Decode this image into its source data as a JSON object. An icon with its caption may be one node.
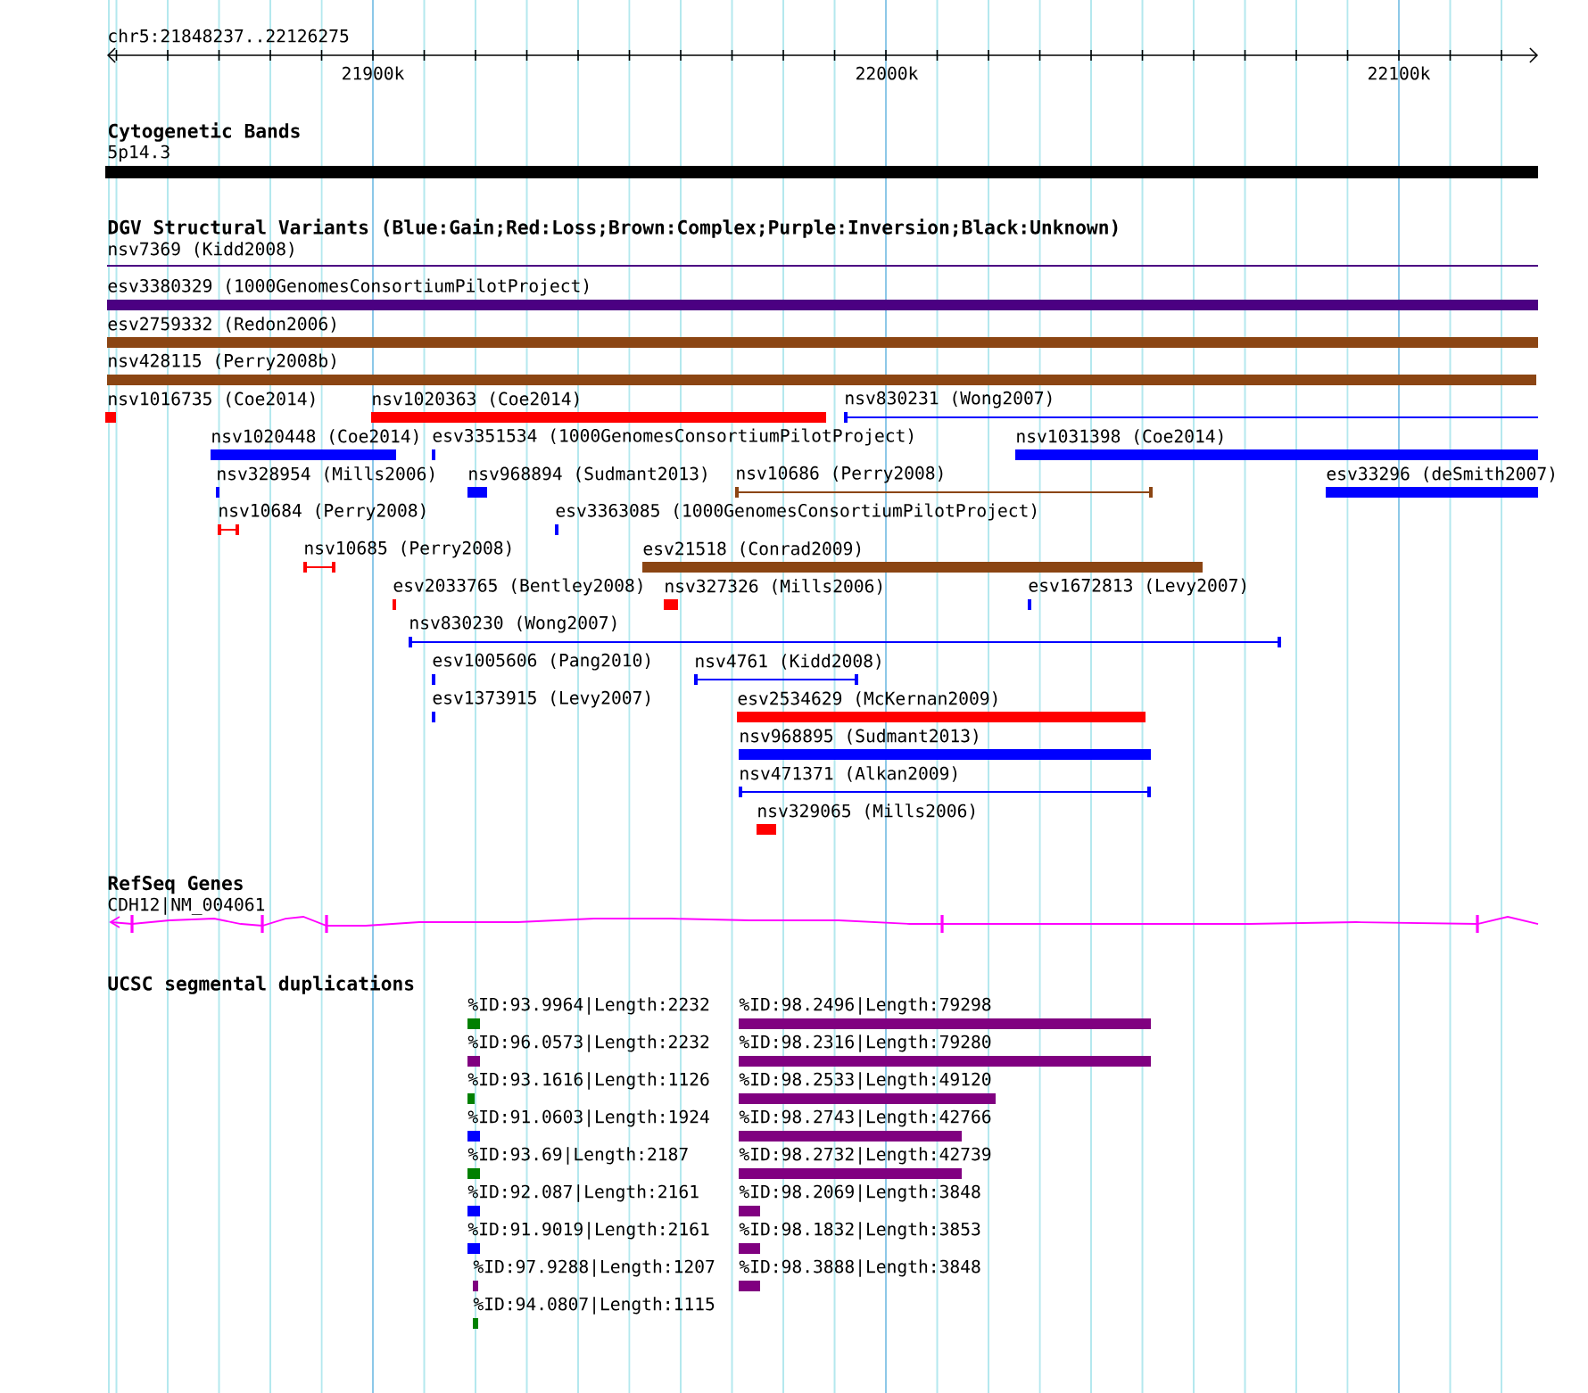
{
  "diagram": {
    "nodes": [
      {
        "text": [
          "5p14.3"
        ]
      },
      {
        "text": [
          "nsv7369 (Kidd2008)"
        ]
      },
      {
        "text": [
          "esv3380329 (1000GenomesConsortiumPilotProject)"
        ]
      },
      {
        "text": [
          "esv2759332 (Redon2006)"
        ]
      },
      {
        "text": [
          "nsv428115 (Perry2008b)"
        ]
      },
      {
        "text": [
          "nsv1016735 (Coe2014)"
        ]
      },
      {
        "text": [
          "nsv1020363 (Coe2014)"
        ]
      },
      {
        "text": [
          "nsv830231 (Wong2007)"
        ]
      },
      {
        "text": [
          "nsv1020448 (Coe2014)"
        ]
      },
      {
        "text": [
          "esv3351534 (1000GenomesConsortiumPilotProject)"
        ]
      },
      {
        "text": [
          "nsv1031398 (Coe2014)"
        ]
      },
      {
        "text": [
          "nsv328954 (Mills2006)"
        ]
      },
      {
        "text": [
          "nsv968894 (Sudmant2013)"
        ]
      },
      {
        "text": [
          "nsv10686 (Perry2008)"
        ]
      },
      {
        "text": [
          "esv33296 (deSmith2007)"
        ]
      },
      {
        "text": [
          "nsv10684 (Perry2008)"
        ]
      },
      {
        "text": [
          "esv3363085 (1000GenomesConsortiumPilotProject)"
        ]
      },
      {
        "text": [
          "nsv10685 (Perry2008)"
        ]
      },
      {
        "text": [
          "esv21518 (Conrad2009)"
        ]
      },
      {
        "text": [
          "esv2033765 (Bentley2008)"
        ]
      },
      {
        "text": [
          "nsv327326 (Mills2006)"
        ]
      },
      {
        "text": [
          "esv1672813 (Levy2007)"
        ]
      },
      {
        "text": [
          "nsv830230 (Wong2007)"
        ]
      },
      {
        "text": [
          "esv1005606 (Pang2010)"
        ]
      },
      {
        "text": [
          "nsv4761 (Kidd2008)"
        ]
      },
      {
        "text": [
          "esv1373915 (Levy2007)"
        ]
      },
      {
        "text": [
          "esv2534629 (McKernan2009)"
        ]
      },
      {
        "text": [
          "nsv968895 (Sudmant2013)"
        ]
      },
      {
        "text": [
          "nsv471371 (Alkan2009)"
        ]
      },
      {
        "text": [
          "nsv329065 (Mills2006)"
        ]
      },
      {
        "text": [
          "CDH12|NM_004061"
        ]
      },
      {
        "text": [
          "%ID:93.9964|Length:2232"
        ]
      },
      {
        "text": [
          "%ID:98.2496|Length:79298"
        ]
      },
      {
        "text": [
          "%ID:96.0573|Length:2232"
        ]
      },
      {
        "text": [
          "%ID:98.2316|Length:79280"
        ]
      },
      {
        "text": [
          "%ID:93.1616|Length:1126"
        ]
      },
      {
        "text": [
          "%ID:98.2533|Length:49120"
        ]
      },
      {
        "text": [
          "%ID:91.0603|Length:1924"
        ]
      },
      {
        "text": [
          "%ID:98.2743|Length:42766"
        ]
      },
      {
        "text": [
          "%ID:93.69|Length:2187"
        ]
      },
      {
        "text": [
          "%ID:98.2732|Length:42739"
        ]
      },
      {
        "text": [
          "%ID:92.087|Length:2161"
        ]
      },
      {
        "text": [
          "%ID:98.2069|Length:3848"
        ]
      },
      {
        "text": [
          "%ID:91.9019|Length:2161"
        ]
      },
      {
        "text": [
          "%ID:98.1832|Length:3853"
        ]
      },
      {
        "text": [
          "%ID:97.9288|Length:1207"
        ]
      },
      {
        "text": [
          "%ID:98.3888|Length:3848"
        ]
      },
      {
        "text": [
          "%ID:94.0807|Length:1115"
        ]
      }
    ],
    "labels": [
      "chr5:21848237..22126275",
      "21900k",
      "22000k",
      "22100k",
      "Cytogenetic Bands",
      "DGV Structural Variants (Blue:Gain;Red:Loss;Brown:Complex;Purple:Inversion;Black:Unknown)",
      "RefSeq Genes",
      "UCSC segmental duplications"
    ]
  }
}
